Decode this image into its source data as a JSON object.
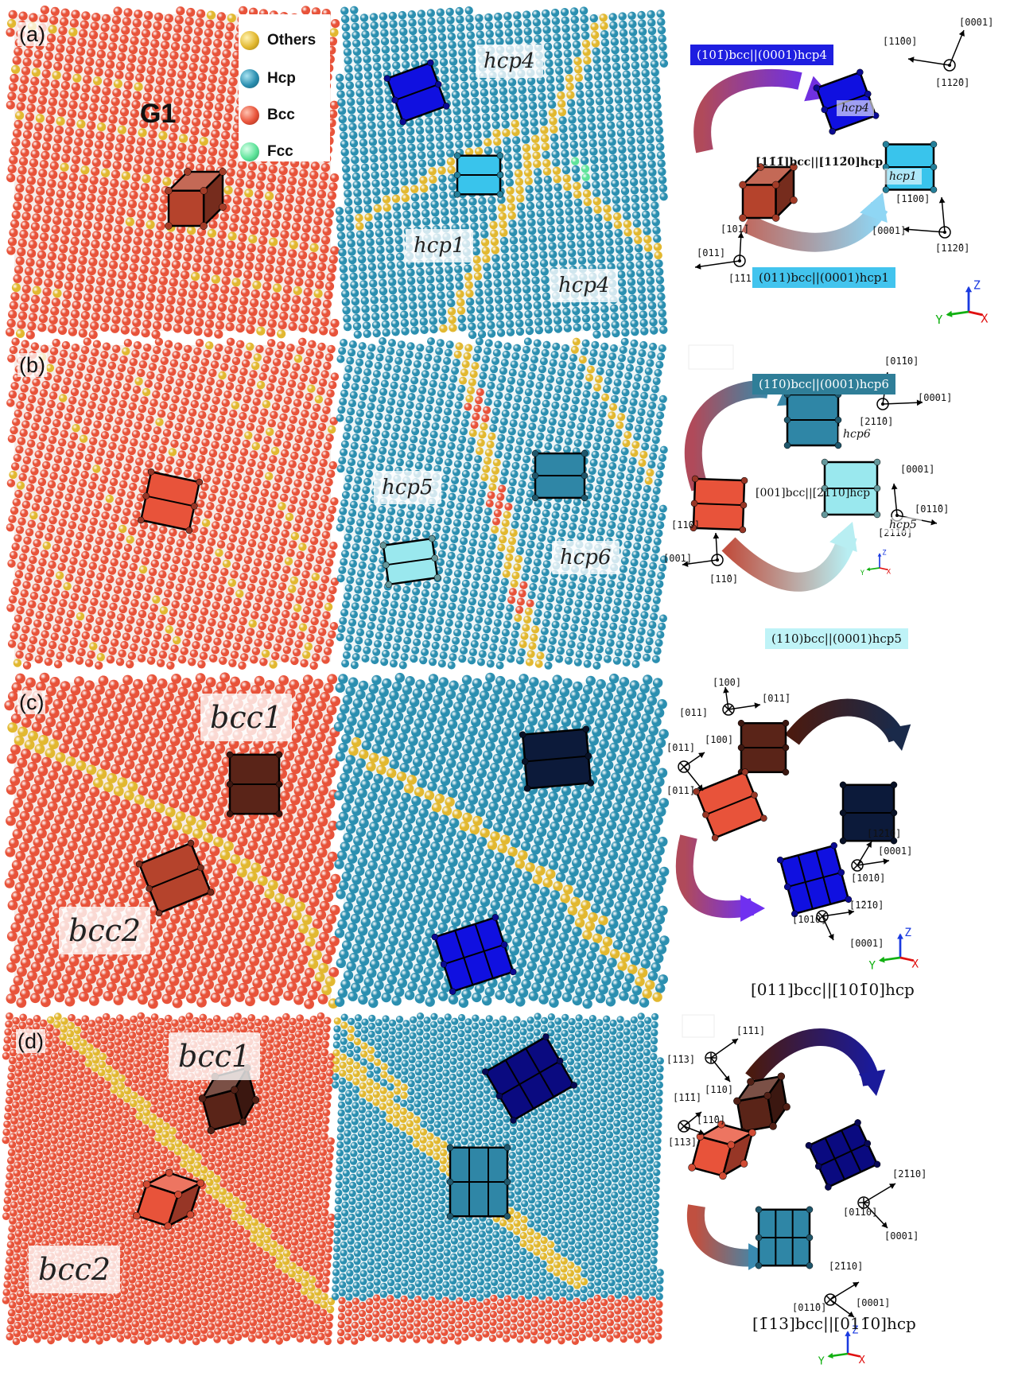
{
  "colors": {
    "bcc": "#e8533a",
    "hcp": "#2b8fb0",
    "others": "#e2b830",
    "fcc": "#5ee39a",
    "cube_bcc": "#b5432c",
    "cube_bcc_dark": "#5a2418",
    "hcp_blue": "#1010e0",
    "hcp_light": "#39c4ec",
    "hcp_steel": "#2f86a6",
    "hcp_pale": "#9ae8ee",
    "hcp_navy": "#0c1a3a",
    "hcp_deep": "#0a0a80"
  },
  "legend": {
    "others": "Others",
    "hcp": "Hcp",
    "bcc": "Bcc",
    "fcc": "Fcc"
  },
  "row_a": {
    "label": "(a)",
    "grain": "G1",
    "tag_hcp4_top": "hcp4",
    "tag_hcp1": "hcp1",
    "tag_hcp4_bottom": "hcp4",
    "banner_top": "(101̄)bcc||(0001)hcp4",
    "banner_bottom": "(011)bcc||(0001)hcp1",
    "relation": "[11̄1̄]bcc||[112̄0]hcp",
    "cube_hcp4": "hcp4",
    "cube_hcp1": "hcp1",
    "dir_labels": [
      "[0001]",
      "[11̄00]",
      "[112̄0]",
      "[1̄100]",
      "[0001]",
      "[112̄0]",
      "[101̄]",
      "[011]",
      "[1̄11̄]"
    ]
  },
  "row_b": {
    "label": "(b)",
    "tag_hcp5": "hcp5",
    "tag_hcp6": "hcp6",
    "banner_top": "(11̄0)bcc||(0001)hcp6",
    "banner_bottom": "(110)bcc||(0001)hcp5",
    "relation": "[001]bcc||[21̄1̄0]hcp",
    "cube_hcp6": "hcp6",
    "cube_hcp5": "hcp5",
    "dir_labels": [
      "[01̄10]",
      "[0001]",
      "[21̄1̄0]",
      "[0001]",
      "[011̄0]",
      "[21̄1̄0]",
      "[110]",
      "[001]",
      "[11̄0]"
    ]
  },
  "row_c": {
    "label": "(c)",
    "tag_bcc1": "bcc1",
    "tag_bcc2": "bcc2",
    "relation": "[011]bcc||[101̄0]hcp",
    "dir_labels": [
      "[100]",
      "[011]",
      "[011̄]",
      "[011]",
      "[100]",
      "[011̄]",
      "[1̄2̄10]",
      "[0001]",
      "[101̄0]",
      "[1̄2̄10]",
      "[101̄0]",
      "[0001]"
    ]
  },
  "row_d": {
    "label": "(d)",
    "tag_bcc1": "bcc1",
    "tag_bcc2": "bcc2",
    "relation": "[1̄13]bcc||[011̄0]hcp",
    "dir_labels": [
      "[1̄11]",
      "[1̄13]",
      "[110]",
      "[1̄1̄1]",
      "[11̄0]",
      "[113]",
      "[2̄110]",
      "[0110]",
      "[0001]",
      "[2̄110]",
      "[011̄0]",
      "[0001]"
    ]
  },
  "axes": {
    "z": "Z",
    "y": "Y",
    "x": "X"
  }
}
